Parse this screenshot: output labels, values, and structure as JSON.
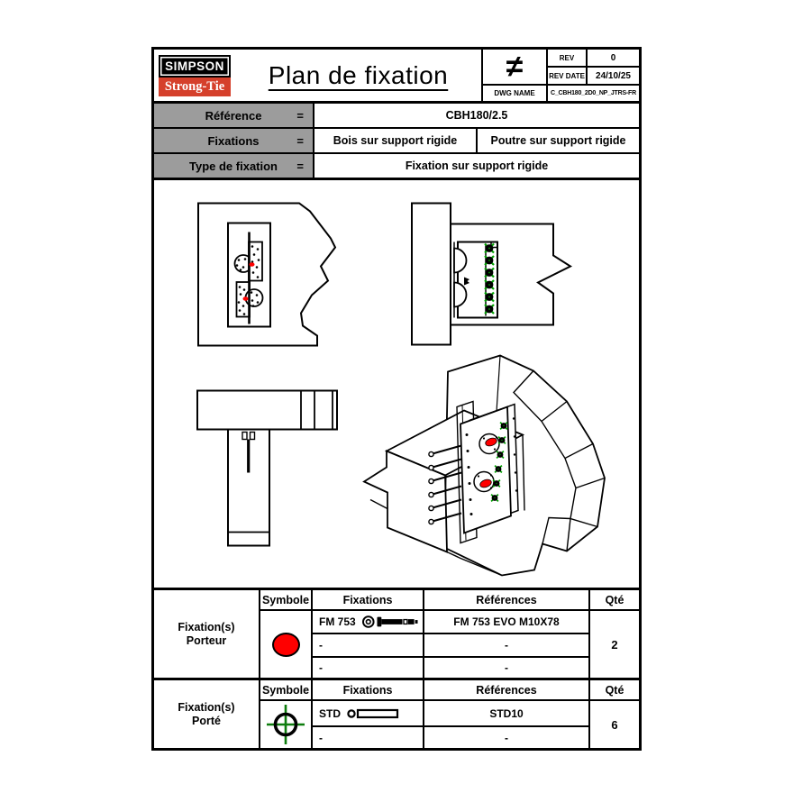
{
  "colors": {
    "header_gray": "#9c9c9c",
    "accent_red": "#ff0000",
    "dowel_green": "#00a000",
    "crosshair_green": "#0e7d0e",
    "logo_red": "#d5402b",
    "line_black": "#000000"
  },
  "logo": {
    "brand_top": "SIMPSON",
    "brand_bottom": "Strong-Tie"
  },
  "title_block": {
    "title": "Plan de fixation",
    "not_equal_symbol": "≠",
    "rev_label": "REV",
    "rev_value": "0",
    "rev_date_label": "REV DATE",
    "rev_date_value": "24/10/25",
    "dwg_name_label": "DWG NAME",
    "dwg_name_value": "C_CBH180_2D0_NP_JTRS-FR"
  },
  "info": {
    "rows": [
      {
        "label": "Référence",
        "equals": "=",
        "values": [
          "CBH180/2.5"
        ]
      },
      {
        "label": "Fixations",
        "equals": "=",
        "values": [
          "Bois sur support rigide",
          "Poutre sur support rigide"
        ]
      },
      {
        "label": "Type de fixation",
        "equals": "=",
        "values": [
          "Fixation sur support rigide"
        ]
      }
    ]
  },
  "fixation_tables": {
    "porteur": {
      "group_line1": "Fixation(s)",
      "group_line2": "Porteur",
      "col_symbole": "Symbole",
      "col_fixations": "Fixations",
      "col_references": "Références",
      "col_qty": "Qté",
      "symbol": "red-filled-circle",
      "rows": [
        {
          "fixation": "FM 753",
          "reference": "FM 753 EVO M10X78"
        },
        {
          "fixation": "-",
          "reference": "-"
        },
        {
          "fixation": "-",
          "reference": "-"
        }
      ],
      "qty": "2"
    },
    "porte": {
      "group_line1": "Fixation(s)",
      "group_line2": "Porté",
      "col_symbole": "Symbole",
      "col_fixations": "Fixations",
      "col_references": "Références",
      "col_qty": "Qté",
      "symbol": "circle-with-green-crosshair",
      "rows": [
        {
          "fixation": "STD",
          "reference": "STD10"
        },
        {
          "fixation": "-",
          "reference": "-"
        }
      ],
      "qty": "6"
    }
  },
  "drawing": {
    "views": [
      "front-view",
      "side-view",
      "top-view",
      "isometric-view"
    ],
    "anchor_marker": "red-dot",
    "dowel_marker": "green-crosshair-dot"
  }
}
